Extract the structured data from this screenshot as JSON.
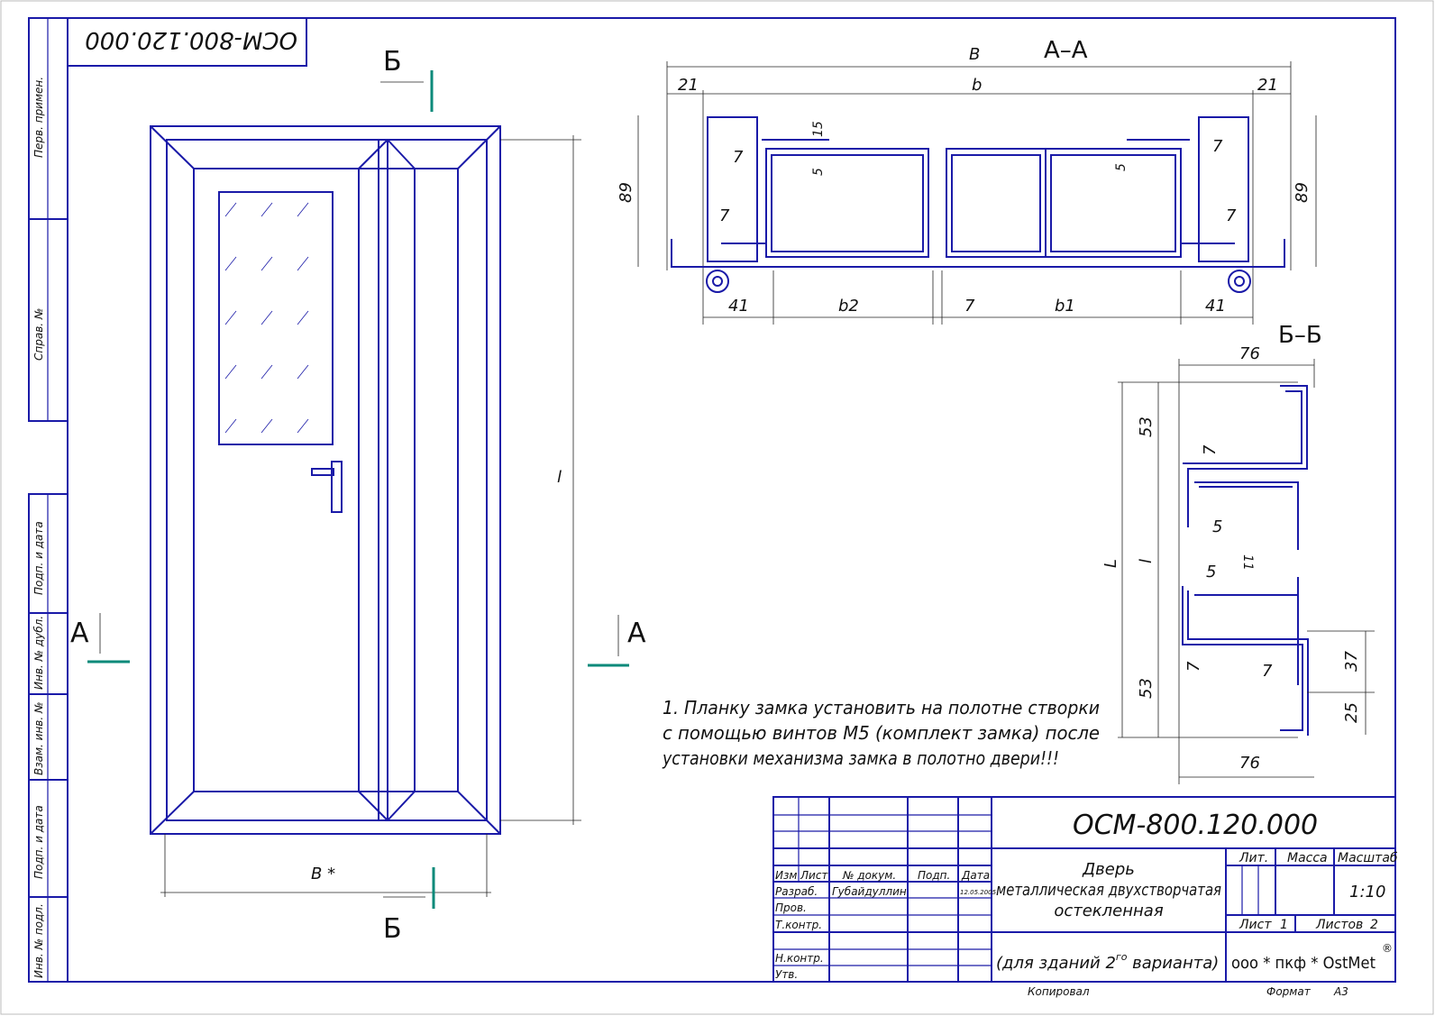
{
  "drawing_number": "ОСМ-800.120.000",
  "side_strip": [
    "Перв. примен.",
    "Справ. №",
    "Подп. и дата",
    "Инв. № дубл.",
    "Взам. инв. №",
    "Подп. и дата",
    "Инв. № подл."
  ],
  "door_view": {
    "dim_height": "l",
    "dim_width": "B *",
    "cut_a_left": "А",
    "cut_a_right": "А",
    "cut_b_top": "Б",
    "cut_b_bottom": "Б"
  },
  "section_aa": {
    "title": "А–А",
    "dims": {
      "B": "B",
      "b": "b",
      "d21_left": "21",
      "d21_right": "21",
      "d89_left": "89",
      "d89_right": "89",
      "d7_a": "7",
      "d7_b": "7",
      "d7_c": "7",
      "d7_d": "7",
      "d15": "15",
      "d5_a": "5",
      "d5_b": "5",
      "d41_left": "41",
      "b2": "b2",
      "d7_mid": "7",
      "b1": "b1",
      "d41_right": "41"
    }
  },
  "section_bb": {
    "title": "Б–Б",
    "dims": {
      "d76_top": "76",
      "d76_bottom": "76",
      "L": "L",
      "l": "l",
      "d53_top": "53",
      "d53_bottom": "53",
      "d7_a": "7",
      "d5_a": "5",
      "d5_b": "5",
      "d11": "11",
      "d7_b": "7",
      "d7_c": "7",
      "d37": "37",
      "d25": "25"
    }
  },
  "notes": [
    "1. Планку замка установить на полотне створки",
    "с помощью винтов М5 (комплект замка) после",
    "установки механизма замка в полотно двери!!!"
  ],
  "title_block": {
    "headers": {
      "izm": "Изм",
      "list": "Лист",
      "doc_no": "№ докум.",
      "sign": "Подп.",
      "date": "Дата"
    },
    "roles": {
      "developer": "Разраб.",
      "checker": "Пров.",
      "tech_control": "Т.контр.",
      "norm_control": "Н.контр.",
      "approved": "Утв."
    },
    "developer_name": "Губайдуллин",
    "developer_date": "12.05.2005",
    "name_lines": [
      "Дверь",
      "металлическая двухстворчатая",
      "остекленная"
    ],
    "subtitle": "(для зданий 2",
    "subtitle_sup": "го",
    "subtitle_end": " варианта)",
    "lit_label": "Лит.",
    "mass_label": "Масса",
    "scale_label": "Масштаб",
    "scale_value": "1:10",
    "sheet_label": "Лист",
    "sheet_value": "1",
    "sheets_label": "Листов",
    "sheets_value": "2",
    "company": "ооо * пкф * OstMet",
    "company_mark": "®"
  },
  "footer": {
    "copied": "Копировал",
    "format_label": "Формат",
    "format_value": "А3"
  },
  "colors": {
    "line": "#1a1aa8",
    "cut": "#0a8a7a"
  }
}
